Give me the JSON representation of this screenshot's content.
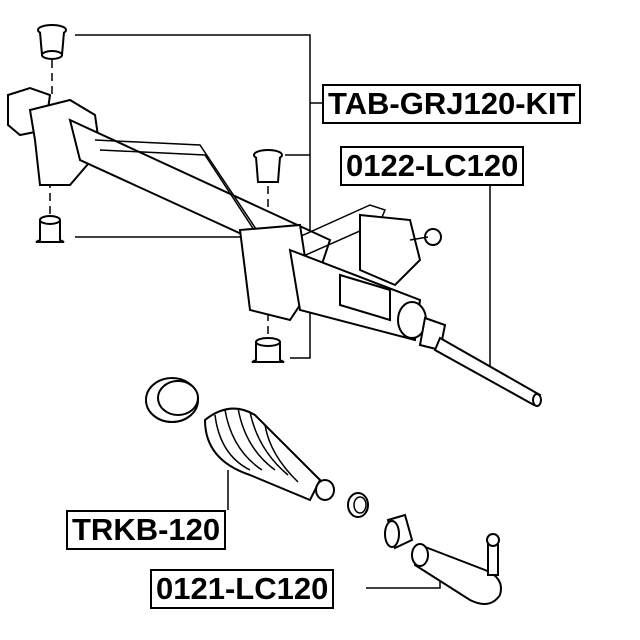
{
  "labels": {
    "kit": "TAB-GRJ120-KIT",
    "inner_tie_rod": "0122-LC120",
    "boot": "TRKB-120",
    "outer_tie_rod": "0121-LC120"
  }
}
